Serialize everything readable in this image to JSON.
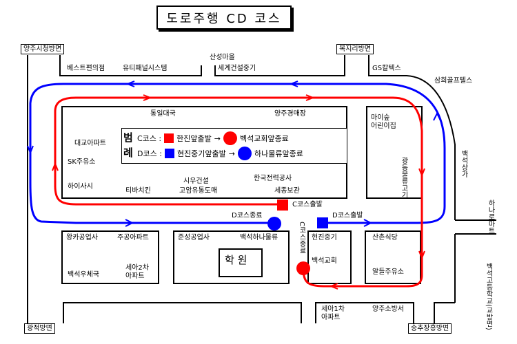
{
  "title": "도로주행 CD 코스",
  "colors": {
    "c_course": "#ff0000",
    "d_course": "#0000ff",
    "roads": "#000000"
  },
  "legend": {
    "heading": "범례",
    "c_label": "C코스 :",
    "c_start": "한진앞출발",
    "c_end": "벡석교회앞종료",
    "d_label": "D코스 :",
    "d_start": "현진중기앞출발",
    "d_end": "하나물류앞종료",
    "arrow": "→"
  },
  "directions": {
    "yangju_city": "양주시청방면",
    "welfare": "복지리방면",
    "gwangjeok": "광적방면",
    "songchu": "송추장흥방면"
  },
  "places": {
    "best_convenience": "베스트편의점",
    "utility": "유티패널시스템",
    "sanseong": "산성마을",
    "segye": "세계건설중기",
    "gs": "GS칼텍스",
    "samhui": "삼희골프텔스",
    "tongil": "통일대국",
    "yangju_auction": "양주경매장",
    "daegyo": "대교아파트",
    "sk": "SK주유소",
    "haisashi": "하이사시",
    "tivachi": "티바치킨",
    "siwoo1": "시우건설",
    "siwoo2": "고암유통도매",
    "kepco": "한국전력공사",
    "sejong": "세종보관",
    "maumsup1": "마이숲",
    "maumsup2": "어린이집",
    "gwangdong": "광동물류고기",
    "baekseok_mart": "백석상가",
    "hana_mart": "하나로마트",
    "wangka": "왕카공업사",
    "jugong": "주공아파트",
    "baekseok_bank": "백석우체국",
    "sea2_1": "세아2차",
    "sea2_2": "아파트",
    "junseong": "준성공업사",
    "baekseok_hana": "백석하나물류",
    "hakwon": "학  원",
    "hyunjin": "현진중기",
    "baekseok_church": "백석교회",
    "sanchon": "산촌식당",
    "aldeul": "알들주유소",
    "baekseok_school": "백석고등학교(교방면)",
    "sea1_1": "세아1차",
    "sea1_2": "아파트",
    "yangju_fire": "양주소방서"
  },
  "markers": {
    "c_start": "C코스출발",
    "d_end": "D코스종료",
    "d_start": "D코스출발",
    "c_end": "C코스종료"
  }
}
